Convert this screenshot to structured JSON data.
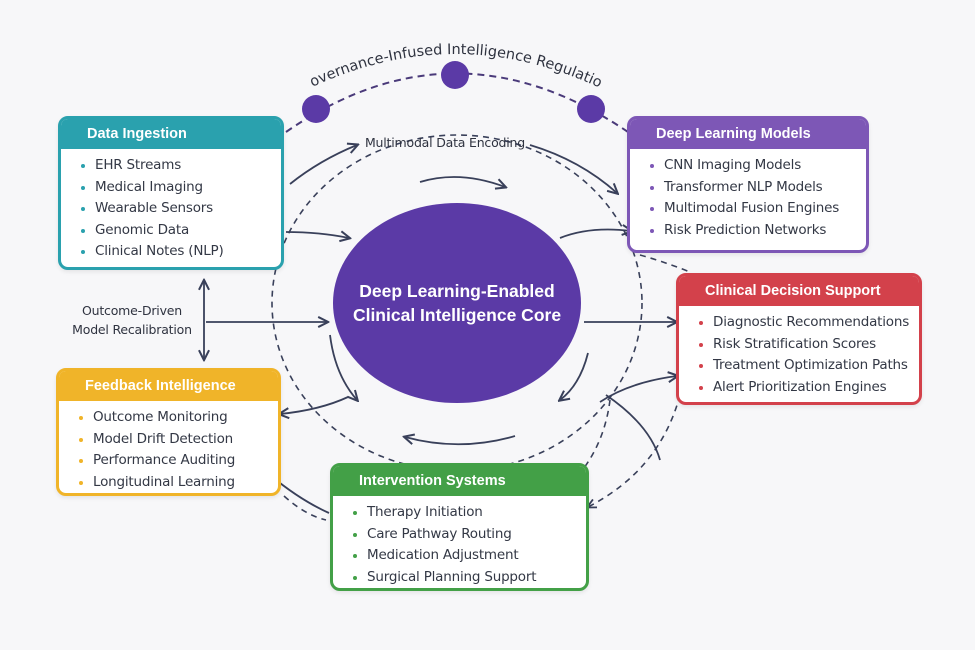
{
  "arc_title": "Governance-Infused Intelligence Regulation",
  "core_title": "Deep Learning-Enabled Clinical Intelligence Core",
  "labels": {
    "multimodal": "Multimodal Data Encoding",
    "recalibration_line1": "Outcome-Driven",
    "recalibration_line2": "Model Recalibration"
  },
  "boxes": {
    "data_ingestion": {
      "title": "Data Ingestion",
      "color": "#2aa1ae",
      "items": [
        "EHR Streams",
        "Medical Imaging",
        "Wearable Sensors",
        "Genomic Data",
        "Clinical Notes (NLP)"
      ]
    },
    "deep_learning_models": {
      "title": "Deep Learning Models",
      "color": "#7d57b6",
      "items": [
        "CNN Imaging Models",
        "Transformer NLP Models",
        "Multimodal Fusion Engines",
        "Risk Prediction Networks"
      ]
    },
    "clinical_decision_support": {
      "title": "Clinical Decision Support",
      "color": "#d3414b",
      "items": [
        "Diagnostic Recommendations",
        "Risk Stratification Scores",
        "Treatment Optimization Paths",
        "Alert Prioritization Engines"
      ]
    },
    "feedback_intelligence": {
      "title": "Feedback Intelligence",
      "color": "#f0b429",
      "items": [
        "Outcome Monitoring",
        "Model Drift Detection",
        "Performance Auditing",
        "Longitudinal Learning"
      ]
    },
    "intervention_systems": {
      "title": "Intervention Systems",
      "color": "#43a047",
      "items": [
        "Therapy Initiation",
        "Care Pathway Routing",
        "Medication Adjustment",
        "Surgical Planning Support"
      ]
    }
  },
  "colors": {
    "core": "#5b3aa6",
    "node": "#5b3aa6",
    "arrow": "#39405a"
  }
}
